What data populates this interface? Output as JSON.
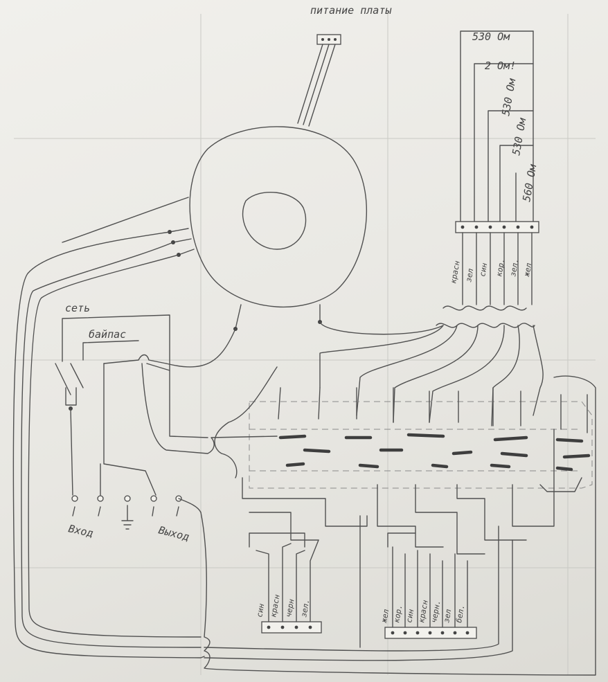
{
  "labels": {
    "power_board": "питание платы",
    "network": "сеть",
    "bypass": "байпас",
    "input": "Вход",
    "output": "Выход",
    "ground": "⏚"
  },
  "resistors": [
    "530 Ом",
    "2 Ом!",
    "530 Ом",
    "530 Ом",
    "560 Ом"
  ],
  "right_block_wires": [
    "красн",
    "зел",
    "син",
    "кор.",
    "зел.",
    "жел"
  ],
  "bottom_left_wires": [
    "син",
    "красн",
    "черн",
    "зел."
  ],
  "bottom_right_wires": [
    "жел",
    "кор.",
    "син",
    "красн",
    "черн.",
    "зел",
    "бел."
  ],
  "colors": {
    "paper": "#eceae5",
    "pencil": "#505050"
  }
}
